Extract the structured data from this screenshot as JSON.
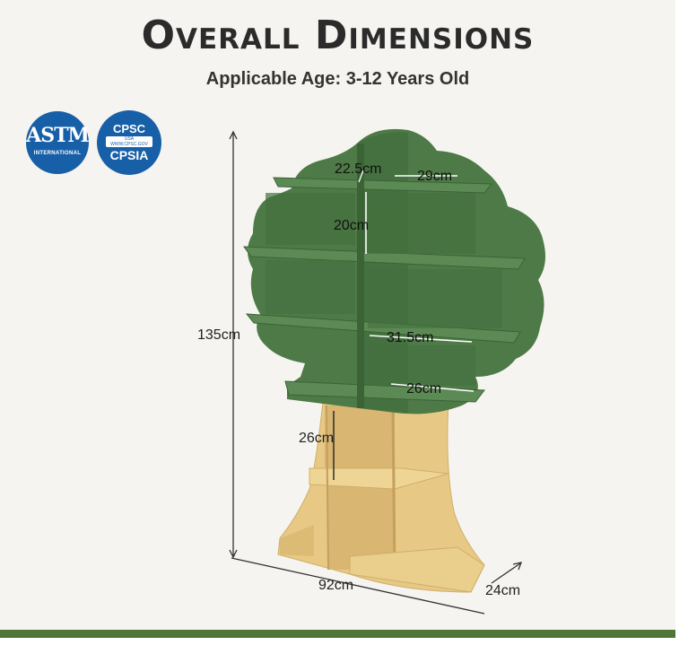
{
  "title": "Overall Dimensions",
  "subtitle": "Applicable Age: 3-12 Years Old",
  "badges": {
    "astm": {
      "mark": "ASTM",
      "sub": "INTERNATIONAL"
    },
    "cpsc": {
      "top": "CPSC",
      "mid": "USA WWW.CPSC.GOV",
      "bottom": "CPSIA"
    }
  },
  "dimensions": {
    "height": "135cm",
    "width": "92cm",
    "depth": "24cm",
    "top_shelf_depth": "22.5cm",
    "top_shelf_width": "29cm",
    "upper_compartment_height": "20cm",
    "middle_shelf_width": "31.5cm",
    "lower_green_shelf_width": "26cm",
    "trunk_compartment_height": "26cm"
  },
  "colors": {
    "green": "#4d7a46",
    "green_dark": "#3b6336",
    "wood": "#e7c985",
    "wood_dark": "#cfae68",
    "accent_bar": "#4f7537"
  }
}
